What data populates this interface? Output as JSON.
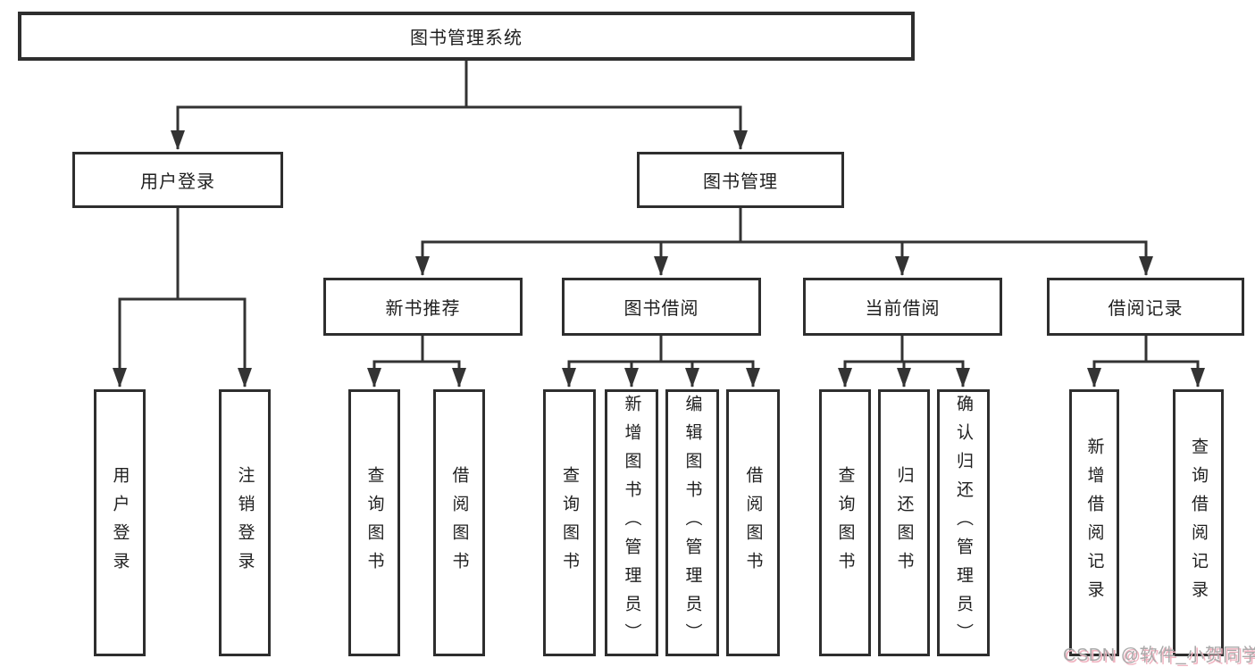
{
  "tree": {
    "root": {
      "label": "图书管理系统"
    },
    "branches": [
      {
        "label": "用户登录",
        "children": [
          {
            "label": "用户登录"
          },
          {
            "label": "注销登录"
          }
        ]
      },
      {
        "label": "图书管理",
        "children": [
          {
            "label": "新书推荐",
            "children": [
              {
                "label": "查询图书"
              },
              {
                "label": "借阅图书"
              }
            ]
          },
          {
            "label": "图书借阅",
            "children": [
              {
                "label": "查询图书"
              },
              {
                "label": "新增图书（管理员）"
              },
              {
                "label": "编辑图书（管理员）"
              },
              {
                "label": "借阅图书"
              }
            ]
          },
          {
            "label": "当前借阅",
            "children": [
              {
                "label": "查询图书"
              },
              {
                "label": "归还图书"
              },
              {
                "label": "确认归还（管理员）"
              }
            ]
          },
          {
            "label": "借阅记录",
            "children": [
              {
                "label": "新增借阅记录"
              },
              {
                "label": "查询借阅记录"
              }
            ]
          }
        ]
      }
    ]
  },
  "watermark": {
    "text": "CSDN @软件_小贺同学"
  },
  "colors": {
    "line": "#333333",
    "box_border": "#2e2e2e",
    "text": "#1f1f1f",
    "background": "#ffffff",
    "watermark_gray": "#a9a9a9",
    "watermark_pink": "#f0b3c0"
  }
}
